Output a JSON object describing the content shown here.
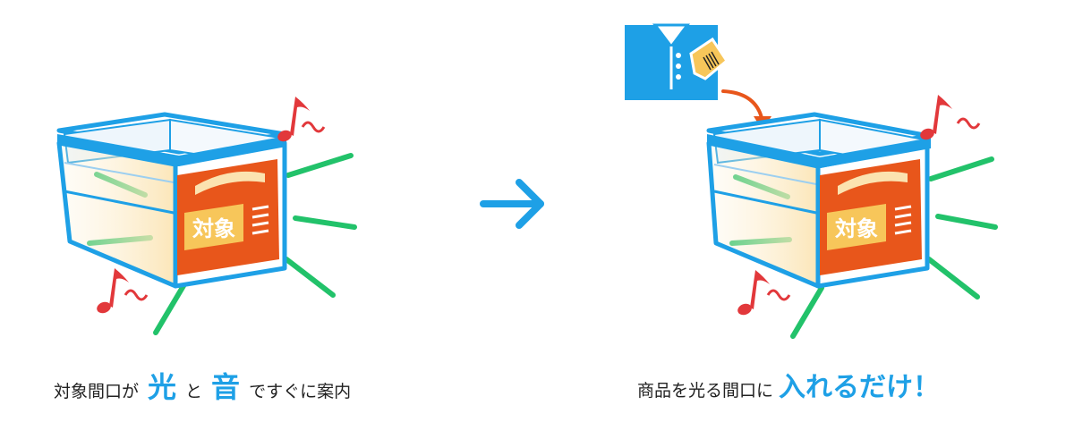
{
  "box_label": "対象",
  "colors": {
    "blue": "#1ea0e6",
    "orange": "#e8561b",
    "label_bg": "#f7c65a",
    "green": "#22c26a",
    "note_red": "#e2383b",
    "arrow_orange": "#e8561b"
  },
  "icons": {
    "music_note": "music-note-icon",
    "arrow": "arrow-right-icon",
    "shirt": "shirt-icon",
    "tag": "price-tag-icon"
  },
  "captions": {
    "left": {
      "part1": "対象間口が",
      "accent1": "光",
      "part2": "と",
      "accent2": "音",
      "part3": "ですぐに案内"
    },
    "right": {
      "part1": "商品を光る間口に",
      "accent": "入れるだけ！"
    }
  }
}
